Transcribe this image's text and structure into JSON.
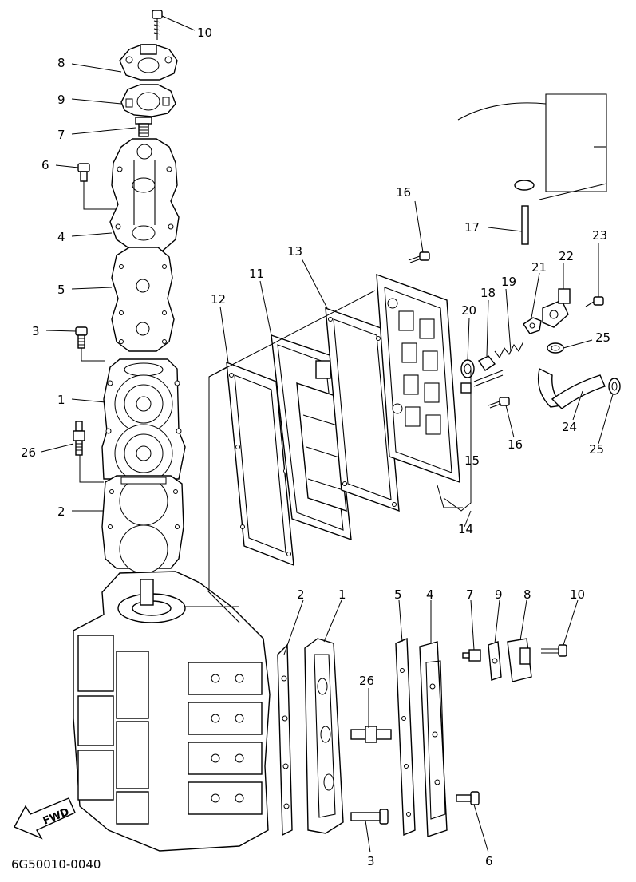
{
  "diagram_code": "6G50010-0040",
  "fwd_label": "FWD",
  "callouts": {
    "c10a": "10",
    "c8a": "8",
    "c9a": "9",
    "c7a": "7",
    "c6a": "6",
    "c4a": "4",
    "c5a": "5",
    "c3a": "3",
    "c1a": "1",
    "c26a": "26",
    "c2a": "2",
    "c16a": "16",
    "c17": "17",
    "c23": "23",
    "c22": "22",
    "c21": "21",
    "c19": "19",
    "c18": "18",
    "c20": "20",
    "c13": "13",
    "c11": "11",
    "c12": "12",
    "c25a": "25",
    "c16b": "16",
    "c24": "24",
    "c25b": "25",
    "c15": "15",
    "c14": "14",
    "c2b": "2",
    "c1b": "1",
    "c5b": "5",
    "c4b": "4",
    "c7b": "7",
    "c9b": "9",
    "c8b": "8",
    "c10b": "10",
    "c26b": "26",
    "c3b": "3",
    "c6b": "6"
  }
}
